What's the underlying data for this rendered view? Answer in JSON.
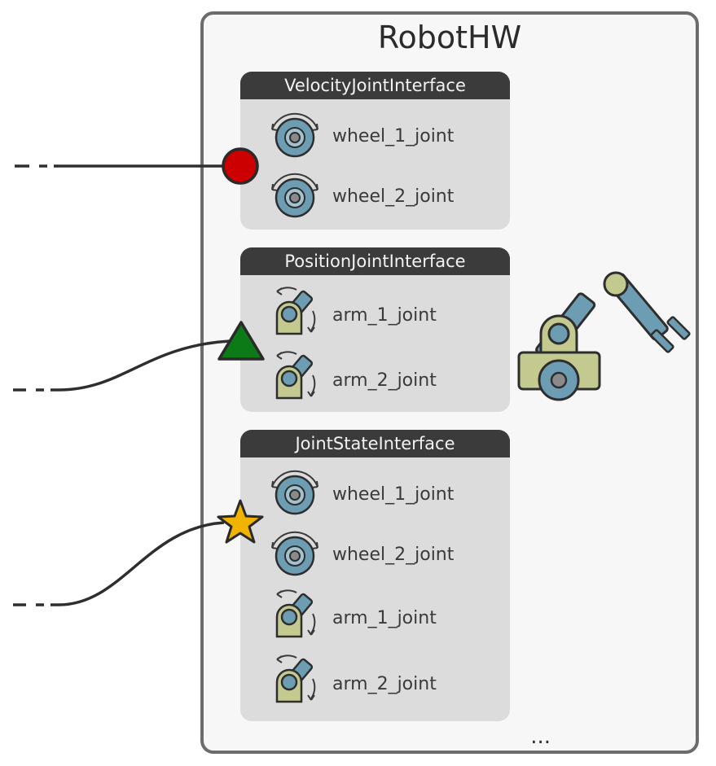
{
  "robothw": {
    "title": "RobotHW",
    "ellipsis": "..."
  },
  "interfaces": [
    {
      "name": "VelocityJointInterface",
      "joints": [
        "wheel_1_joint",
        "wheel_2_joint"
      ]
    },
    {
      "name": "PositionJointInterface",
      "joints": [
        "arm_1_joint",
        "arm_2_joint"
      ]
    },
    {
      "name": "JointStateInterface",
      "joints": [
        "wheel_1_joint",
        "wheel_2_joint",
        "arm_1_joint",
        "arm_2_joint"
      ]
    }
  ],
  "connectors": [
    {
      "shape": "circle",
      "color": "#cc0000"
    },
    {
      "shape": "triangle",
      "color": "#0c7a16"
    },
    {
      "shape": "star",
      "color": "#f0b400"
    }
  ],
  "icons": {
    "wheel": "wheel-joint-icon",
    "arm": "arm-joint-icon",
    "robot": "robot-arm-icon"
  },
  "colors": {
    "wheel_blue": "#6d9db3",
    "arm_khaki": "#c3c98f",
    "header_dark": "#3b3b3b",
    "panel_gray": "#dcdcdc"
  }
}
